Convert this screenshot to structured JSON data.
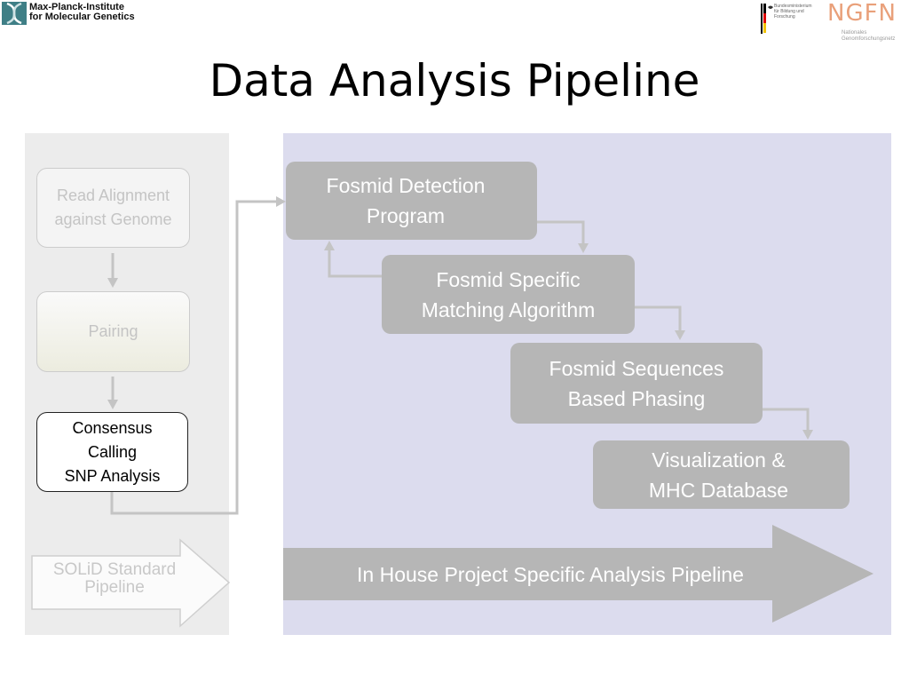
{
  "header": {
    "institute_line1": "Max-Planck-Institute",
    "institute_line2": "for Molecular Genetics",
    "bmbf_text": "Bundesministerium für Bildung und Forschung",
    "ngfn_logo_text": "NGFN",
    "ngfn_sub": "Nationales Genomforschungsnetz"
  },
  "title": "Data Analysis Pipeline",
  "left_steps": {
    "read_alignment_line1": "Read Alignment",
    "read_alignment_line2": "against Genome",
    "pairing": "Pairing",
    "consensus_line1": "Consensus",
    "consensus_line2": "Calling",
    "consensus_line3": "SNP Analysis"
  },
  "right_steps": {
    "fosmid_detection_line1": "Fosmid Detection",
    "fosmid_detection_line2": "Program",
    "fosmid_matching_line1": "Fosmid Specific",
    "fosmid_matching_line2": "Matching Algorithm",
    "fosmid_phasing_line1": "Fosmid Sequences",
    "fosmid_phasing_line2": "Based Phasing",
    "visualization_line1": "Visualization &",
    "visualization_line2": "MHC Database"
  },
  "arrows": {
    "solid_line1": "SOLiD Standard",
    "solid_line2": "Pipeline",
    "inhouse": "In House Project Specific Analysis Pipeline"
  },
  "colors": {
    "left_panel": "#ececec",
    "right_panel": "#dcdcee",
    "box_gray": "#b6b6b6",
    "connector": "#c4c4c4"
  }
}
